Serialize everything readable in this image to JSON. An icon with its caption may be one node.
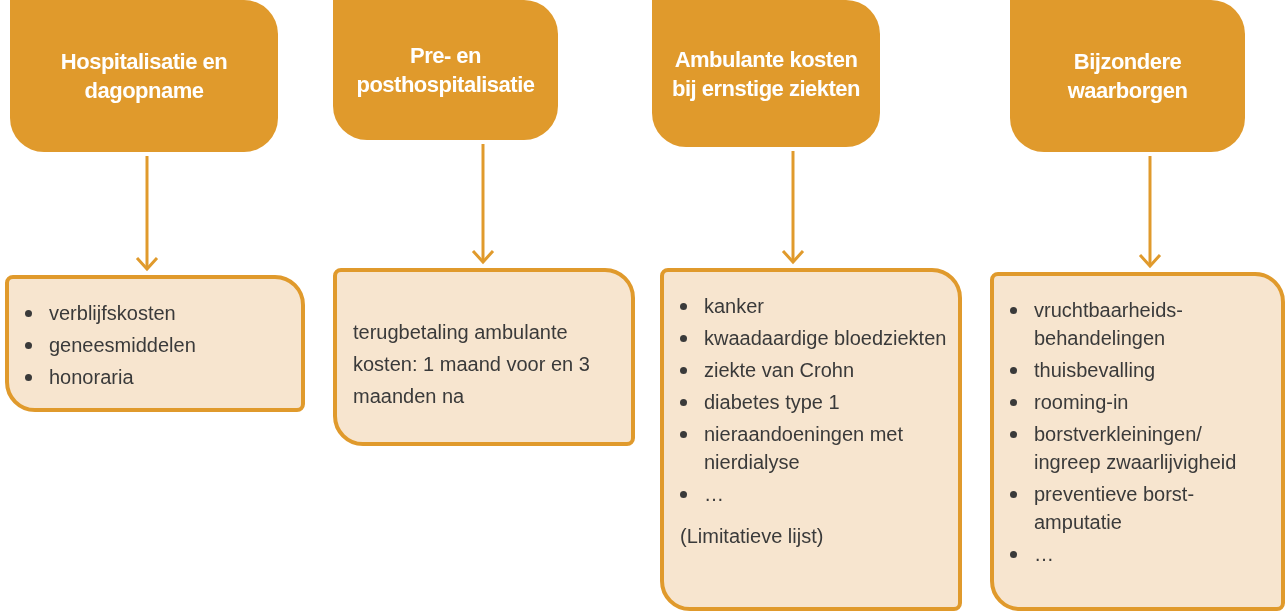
{
  "diagram": {
    "nodes": [
      {
        "text": [
          "Hospitalisatie en dagopname"
        ]
      },
      {
        "text": [
          "verblijfskosten",
          "geneesmiddelen",
          "honoraria"
        ]
      },
      {
        "text": [
          "Pre- en posthospitalisatie"
        ]
      },
      {
        "text": [
          "terugbetaling ambulante kosten: 1 maand voor en 3 maanden na"
        ]
      },
      {
        "text": [
          "Ambulante kosten bij ernstige ziekten"
        ]
      },
      {
        "text": [
          "kanker",
          "kwaadaardige bloedziekten",
          "ziekte van Crohn",
          "diabetes type 1",
          "nieraandoeningen met nierdialyse",
          "…",
          "(Limitatieve lijst)"
        ]
      },
      {
        "text": [
          "Bijzondere waarborgen"
        ]
      },
      {
        "text": [
          "vruchtbaarheids- behandelingen",
          "thuisbevalling",
          "rooming-in",
          "borstverkleiningen/ ingreep zwaarlijvigheid",
          "preventieve borst- amputatie",
          "…"
        ]
      }
    ],
    "edges": [
      {
        "from": 0,
        "to": 1,
        "arrow": "to"
      },
      {
        "from": 2,
        "to": 3,
        "arrow": "to"
      },
      {
        "from": 4,
        "to": 5,
        "arrow": "to"
      },
      {
        "from": 6,
        "to": 7,
        "arrow": "to"
      }
    ]
  }
}
